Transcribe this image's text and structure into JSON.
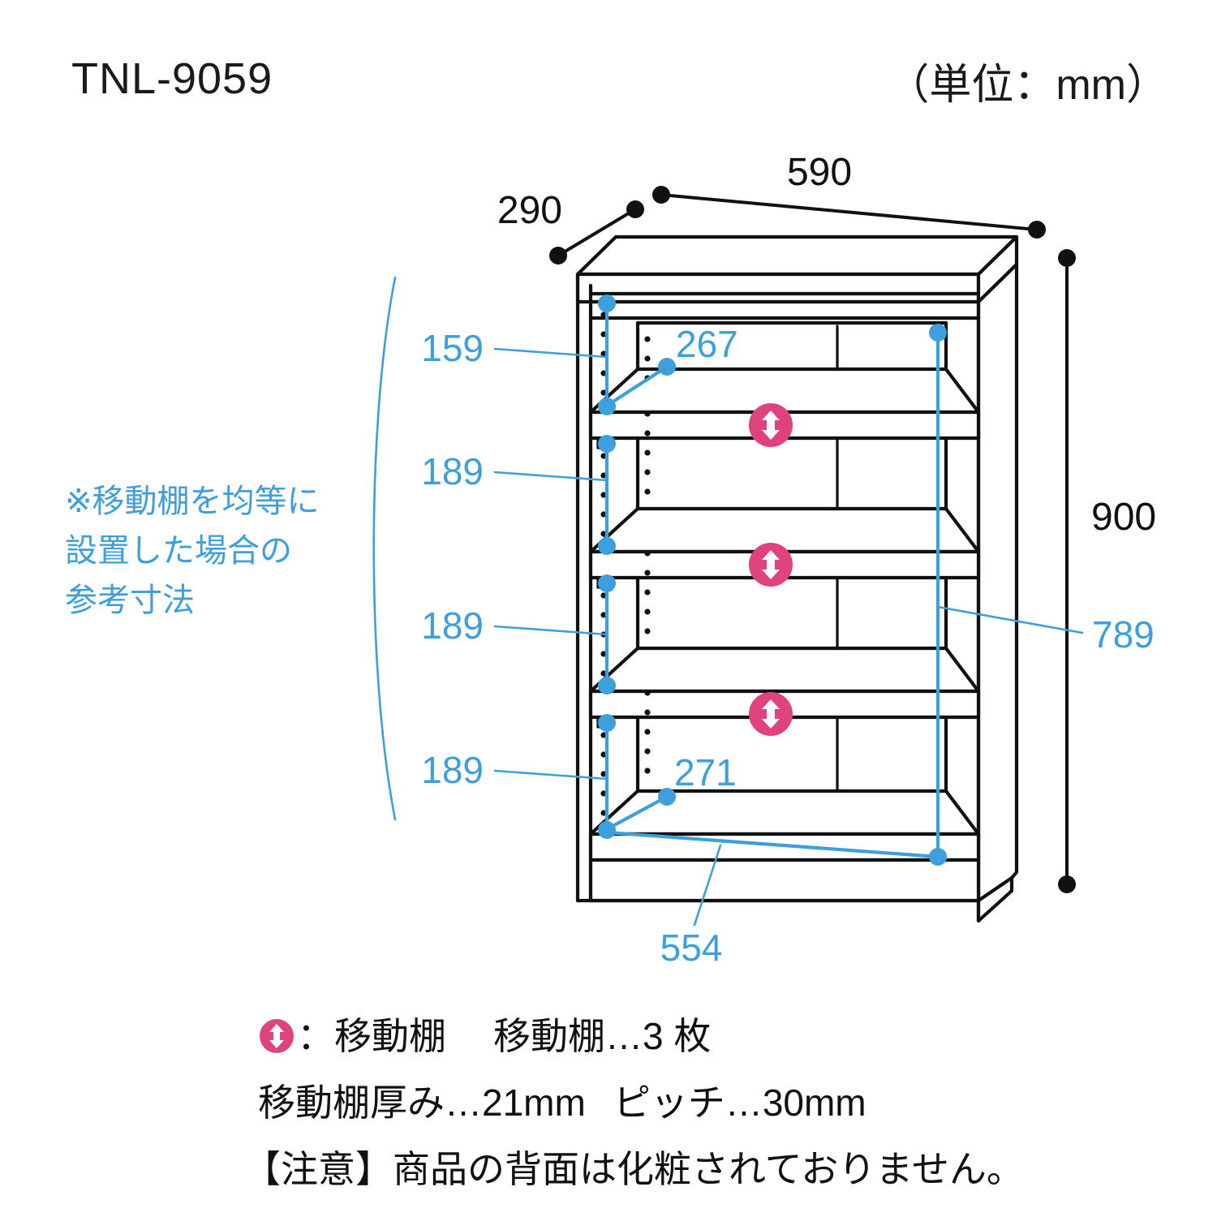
{
  "header": {
    "model_code": "TNL-9059",
    "unit_note": "（単位：mm）"
  },
  "side_note": {
    "text": "※移動棚を均等に\n設置した場合の\n参考寸法",
    "color": "#3f9fdd"
  },
  "colors": {
    "blue": "#3f9fdd",
    "pink": "#e0437b",
    "line": "#111111"
  },
  "dimensions": {
    "width": "590",
    "depth": "290",
    "height": "900",
    "inner_height": "789",
    "inner_width": "554",
    "shelf_depth_top": "267",
    "shelf_depth_bottom": "271",
    "gaps": [
      "159",
      "189",
      "189",
      "189"
    ]
  },
  "legend": {
    "icon_name": "movable-shelf-icon",
    "icon_label": "：移動棚",
    "shelf_count": "移動棚…3 枚",
    "shelf_thickness": "移動棚厚み…21mm",
    "pitch": "ピッチ…30mm",
    "caution": "【注意】商品の背面は化粧されておりません。"
  }
}
